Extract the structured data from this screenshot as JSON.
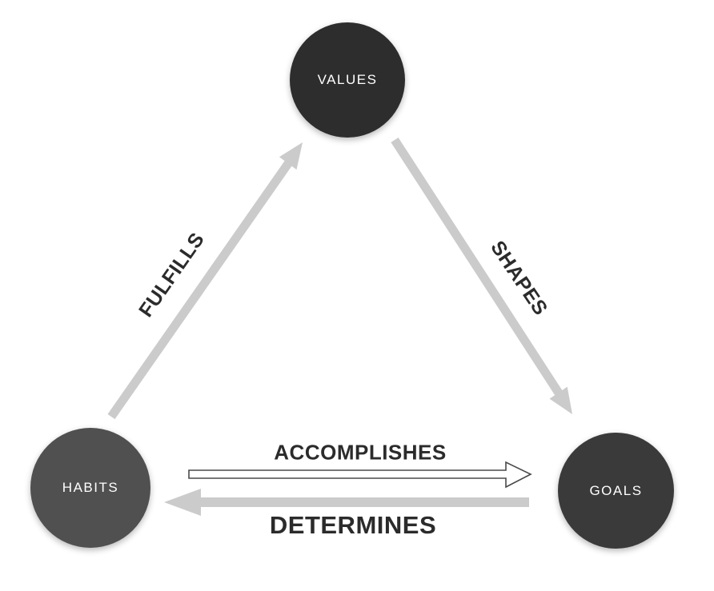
{
  "diagram": {
    "title": "values-habits-goals cycle",
    "nodes": [
      {
        "id": "values",
        "label": "VALUES",
        "color": "#2d2d2d",
        "text_color": "#ffffff"
      },
      {
        "id": "habits",
        "label": "HABITS",
        "color": "#505050",
        "text_color": "#ffffff"
      },
      {
        "id": "goals",
        "label": "GOALS",
        "color": "#3a3a3a",
        "text_color": "#ffffff"
      }
    ],
    "edges": [
      {
        "id": "fulfills",
        "label": "FULFILLS",
        "from": "habits",
        "to": "values",
        "style": "solid-gray-arrow"
      },
      {
        "id": "shapes",
        "label": "SHAPES",
        "from": "values",
        "to": "goals",
        "style": "solid-gray-arrow"
      },
      {
        "id": "accomplishes",
        "label": "ACCOMPLISHES",
        "from": "habits",
        "to": "goals",
        "style": "white-outline-arrow"
      },
      {
        "id": "determines",
        "label": "DETERMINES",
        "from": "goals",
        "to": "habits",
        "style": "solid-gray-arrow"
      }
    ],
    "colors": {
      "arrow_gray": "#cbcbcb",
      "arrow_outline": "#4a4a4a",
      "arrow_white_fill": "#ffffff",
      "label_text": "#2b2b2b",
      "background": "#ffffff"
    }
  }
}
